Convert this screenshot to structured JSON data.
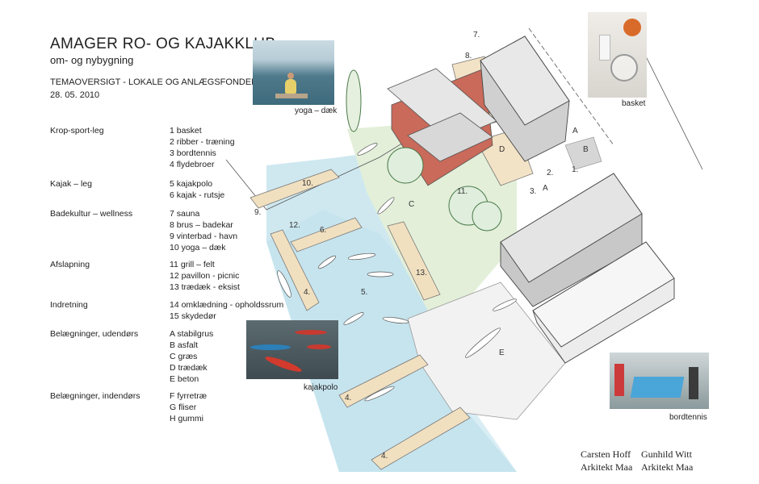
{
  "header": {
    "title": "AMAGER RO- OG KAJAKKLUB",
    "subtitle": "om- og nybygning",
    "theme": "TEMAOVERSIGT - LOKALE OG ANLÆGSFONDEN",
    "date": "28. 05. 2010"
  },
  "legend": [
    {
      "category": "Krop-sport-leg",
      "items": [
        "1  basket",
        "2  ribber - træning",
        "3  bordtennis",
        "4 flydebroer"
      ]
    },
    {
      "category": "Kajak – leg",
      "items": [
        "5 kajakpolo",
        "6  kajak - rutsje"
      ]
    },
    {
      "category": "Badekultur – wellness",
      "items": [
        "7  sauna",
        "8  brus – badekar",
        "9  vinterbad - havn",
        "10  yoga – dæk"
      ]
    },
    {
      "category": "Afslapning",
      "items": [
        "11  grill – felt",
        "12  pavillon - picnic",
        "13  trædæk - eksist"
      ]
    },
    {
      "category": "Indretning",
      "items": [
        "14  omklædning - opholdssrum",
        "15  skydedør"
      ]
    },
    {
      "category": "Belægninger, udendørs",
      "items": [
        "A  stabilgrus",
        "B  asfalt",
        "C  græs",
        "D  trædæk",
        "E  beton"
      ]
    },
    {
      "category": "Belægninger, indendørs",
      "items": [
        "F  fyrretræ",
        "G fliser",
        "H  gummi"
      ]
    }
  ],
  "photos": {
    "yoga": "yoga – dæk",
    "basket": "basket",
    "kajakpolo": "kajakpolo",
    "bordtennis": "bordtennis"
  },
  "credits": {
    "name1": "Carsten Hoff",
    "role1": "Arkitekt Maa",
    "name2": "Gunhild Witt",
    "role2": "Arkitekt Maa"
  },
  "plan_labels": {
    "n7": "7.",
    "n8": "8.",
    "n9": "9.",
    "n10": "10.",
    "n11": "11.",
    "n12": "12.",
    "n6": "6.",
    "n4a": "4.",
    "n5": "5.",
    "n13": "13.",
    "n1": "1.",
    "n2": "2.",
    "n3": "3.",
    "n4b": "4.",
    "n4c": "4.",
    "A1": "A",
    "A2": "A",
    "B": "B",
    "C": "C",
    "D": "D",
    "E": "E"
  }
}
